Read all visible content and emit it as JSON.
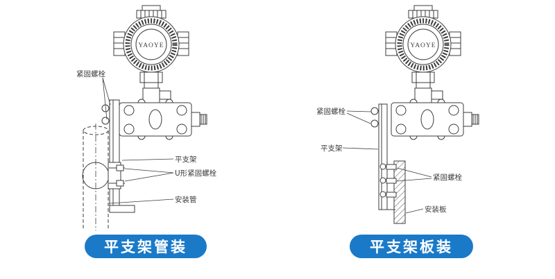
{
  "colors": {
    "line": "#3b3b3b",
    "caption_bg": "#1a7ac8",
    "caption_text": "#ffffff"
  },
  "left": {
    "brand": "YAOYE",
    "labels": {
      "bolt_top": "紧固螺栓",
      "bracket": "平支架",
      "ubolt": "U形紧固螺栓",
      "pipe": "安装管"
    },
    "caption": "平支架管装"
  },
  "right": {
    "brand": "YAOYE",
    "labels": {
      "bolt_top": "紧固螺栓",
      "bracket": "平支架",
      "bolt_plate": "紧固螺栓",
      "plate": "安装板"
    },
    "caption": "平支架板装"
  }
}
